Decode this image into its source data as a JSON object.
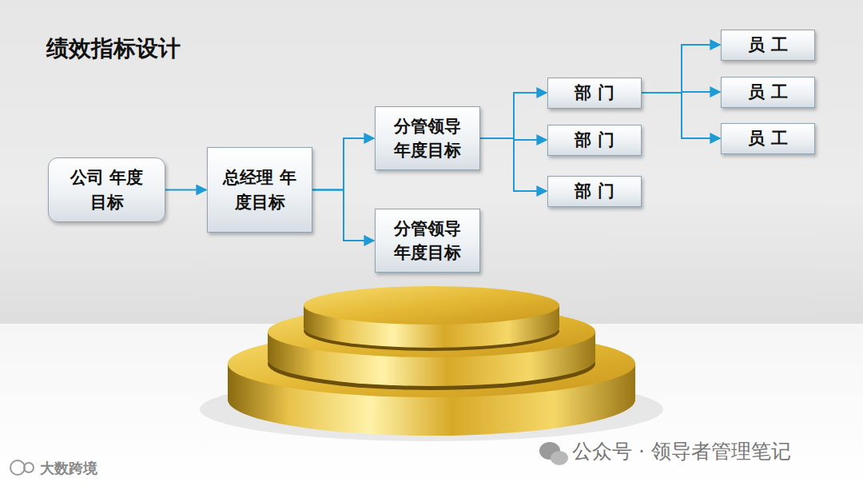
{
  "diagram": {
    "title": "绩效指标设计",
    "nodes": [
      {
        "text": [
          "公司 年度目标"
        ]
      },
      {
        "text": [
          "总经理 年度目标"
        ]
      },
      {
        "text": [
          "分管领导 年度目标"
        ]
      },
      {
        "text": [
          "分管领导 年度目标"
        ]
      },
      {
        "text": [
          "部 门"
        ]
      },
      {
        "text": [
          "部 门"
        ]
      },
      {
        "text": [
          "部 门"
        ]
      },
      {
        "text": [
          "员 工"
        ]
      },
      {
        "text": [
          "员 工"
        ]
      },
      {
        "text": [
          "员 工"
        ]
      }
    ],
    "edges": [
      {
        "from": 0,
        "to": 1,
        "arrow": "to"
      },
      {
        "from": 1,
        "to": 2,
        "arrow": "to"
      },
      {
        "from": 1,
        "to": 3,
        "arrow": "to"
      },
      {
        "from": 2,
        "to": 4,
        "arrow": "to"
      },
      {
        "from": 2,
        "to": 5,
        "arrow": "to"
      },
      {
        "from": 2,
        "to": 6,
        "arrow": "to"
      },
      {
        "from": 4,
        "to": 7,
        "arrow": "to"
      },
      {
        "from": 4,
        "to": 8,
        "arrow": "to"
      },
      {
        "from": 4,
        "to": 9,
        "arrow": "to"
      }
    ],
    "labels": [
      "公众号 · 领导者管理笔记",
      "大数跨境"
    ]
  }
}
